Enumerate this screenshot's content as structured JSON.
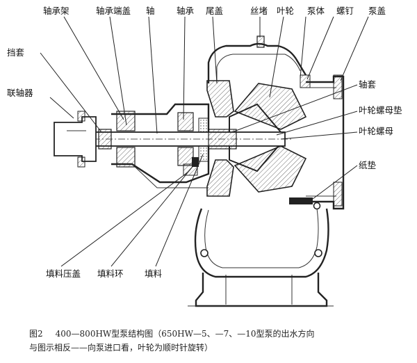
{
  "labels": {
    "bearing_frame": "轴承架",
    "bearing_end_cover": "轴承端盖",
    "shaft": "轴",
    "bearing": "轴承",
    "tail_cover": "尾盖",
    "screw_plug": "丝堵",
    "impeller": "叶轮",
    "pump_body": "泵体",
    "bolt": "螺钉",
    "pump_cover": "泵盖",
    "retaining_sleeve": "挡套",
    "coupling": "联轴器",
    "shaft_sleeve": "轴套",
    "impeller_nut_washer": "叶轮螺母垫",
    "impeller_nut": "叶轮螺母",
    "paper_gasket": "纸垫",
    "packing_gland": "填料压盖",
    "packing_ring": "填料环",
    "packing": "填料"
  },
  "caption": {
    "figure_number": "图2",
    "line1": "400—800HW型泵结构图（650HW—5、—7、—10型泵的出水方向",
    "line2": "与图示相反——向泵进口看，叶轮为顺时针旋转）"
  }
}
